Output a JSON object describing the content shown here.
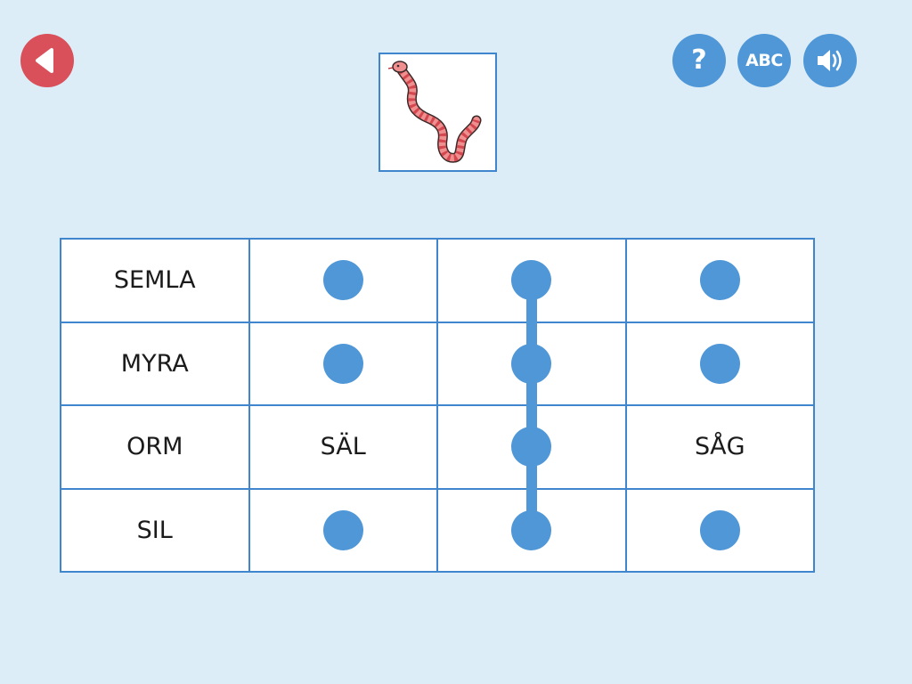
{
  "navigation": {
    "back_icon": "back-arrow-icon",
    "back_color": "#d9505a"
  },
  "toolbar": {
    "help_label": "?",
    "abc_label": "ABC",
    "sound_icon": "speaker-icon",
    "button_color": "#4f97d7"
  },
  "prompt": {
    "image": "snake-illustration"
  },
  "grid": {
    "rows": [
      {
        "word": "SEMLA",
        "cells": [
          "dot",
          "dot-connected",
          "dot"
        ]
      },
      {
        "word": "MYRA",
        "cells": [
          "dot",
          "dot-connected",
          "dot"
        ]
      },
      {
        "word": "ORM",
        "cells": [
          "SÄL",
          "dot-connected",
          "SÅG"
        ]
      },
      {
        "word": "SIL",
        "cells": [
          "dot",
          "dot-connected",
          "dot"
        ]
      }
    ],
    "cell_texts": {
      "orm_col1": "SÄL",
      "orm_col3": "SÅG"
    },
    "words": {
      "row1": "SEMLA",
      "row2": "MYRA",
      "row3": "ORM",
      "row4": "SIL"
    },
    "connected_column": 2,
    "line_color": "#4f97d7",
    "border_color": "#3f86cf"
  }
}
